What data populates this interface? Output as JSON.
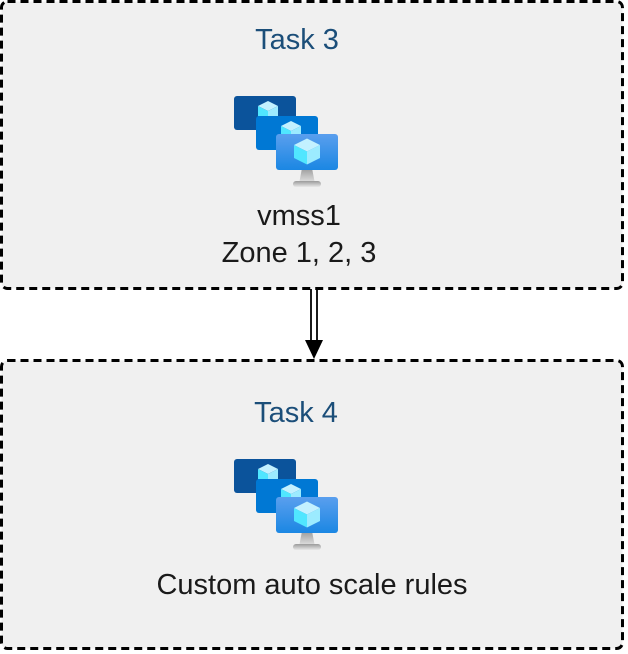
{
  "diagram": {
    "background": "#ffffff",
    "box_fill": "#f0f0f0",
    "box_border_color": "#000000",
    "box_border_style": "dashed",
    "title_color": "#1B4E79",
    "label_color": "#1a1a1a",
    "boxes": [
      {
        "id": "task-3",
        "title": "Task 3",
        "icon": "vmss-icon",
        "labels": [
          "vmss1",
          "Zone 1, 2, 3"
        ]
      },
      {
        "id": "task-4",
        "title": "Task 4",
        "icon": "vmss-icon",
        "labels": [
          "Custom auto scale rules"
        ]
      }
    ],
    "connector": {
      "from": "task-3",
      "to": "task-4",
      "direction": "down",
      "style": "double-line-arrow",
      "color": "#000000"
    },
    "icon_colors": {
      "monitor_back": "#0B539B",
      "monitor_middle": "#0078D4",
      "monitor_front_top": "#5A9FEE",
      "monitor_front_bottom": "#1B87E3",
      "cube_top": "#C3F1FF",
      "cube_left": "#50E6FF",
      "cube_right": "#9CEBFF",
      "stand_dark": "#9A9A9A",
      "stand_light": "#E8E8E8"
    }
  }
}
